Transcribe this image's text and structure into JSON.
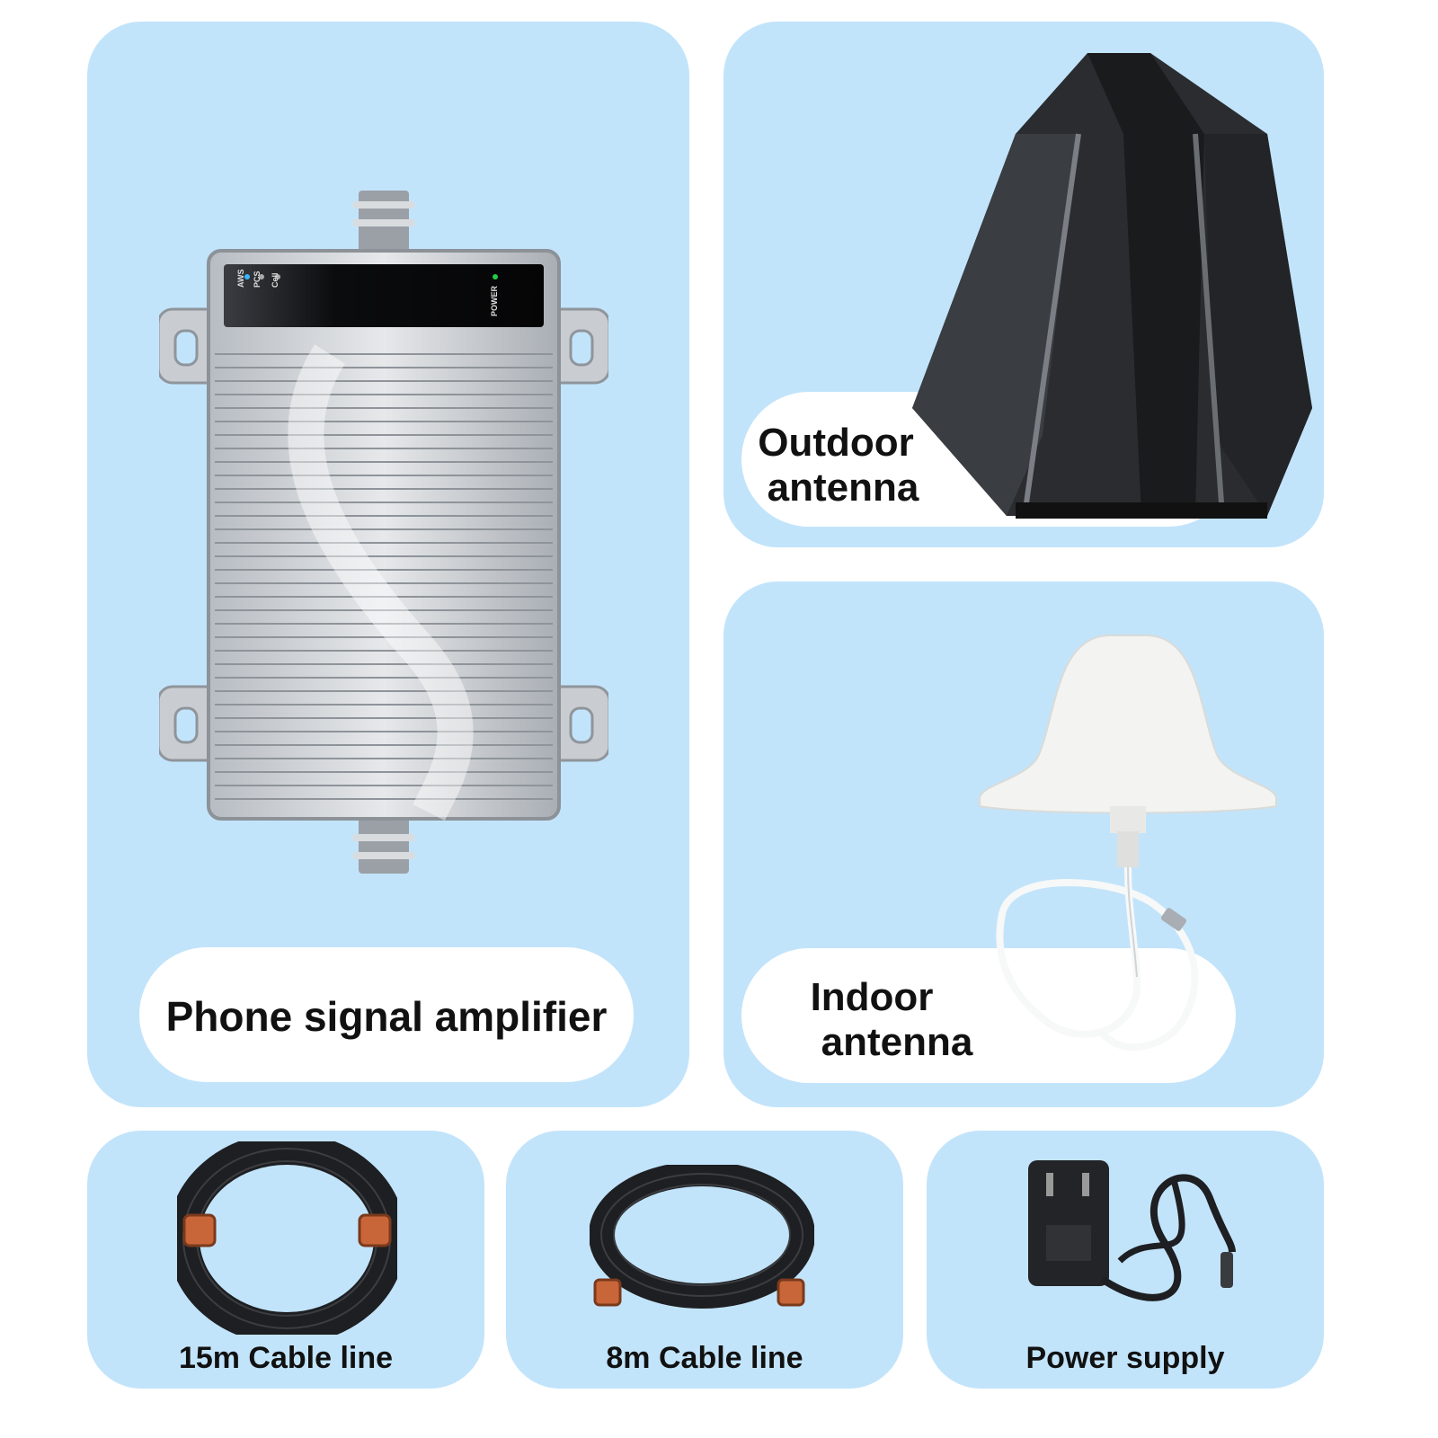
{
  "colors": {
    "card_bg": "#c2e4fb",
    "pill_bg": "#ffffff",
    "text": "#111111",
    "amplifier_metal": "#c9cdd2",
    "antenna_dark": "#2a2c2f",
    "dome_white": "#f3f4f2",
    "cable_black": "#1e1f22",
    "connector_copper": "#c8663a"
  },
  "products": {
    "amplifier": {
      "label": "Phone signal amplifier",
      "panel": {
        "aws": "AWS",
        "pcs": "PCS",
        "cell": "Cell",
        "power": "POWER"
      }
    },
    "outdoor_antenna": {
      "label_line1": "Outdoor",
      "label_line2": "antenna"
    },
    "indoor_antenna": {
      "label_line1": "Indoor",
      "label_line2": "antenna"
    },
    "cable_15m": {
      "label": "15m Cable line"
    },
    "cable_8m": {
      "label": "8m Cable line"
    },
    "power_supply": {
      "label": "Power supply"
    }
  },
  "icons": [
    "amplifier-icon",
    "outdoor-antenna-icon",
    "indoor-antenna-icon",
    "cable-coil-icon",
    "power-adapter-icon"
  ]
}
